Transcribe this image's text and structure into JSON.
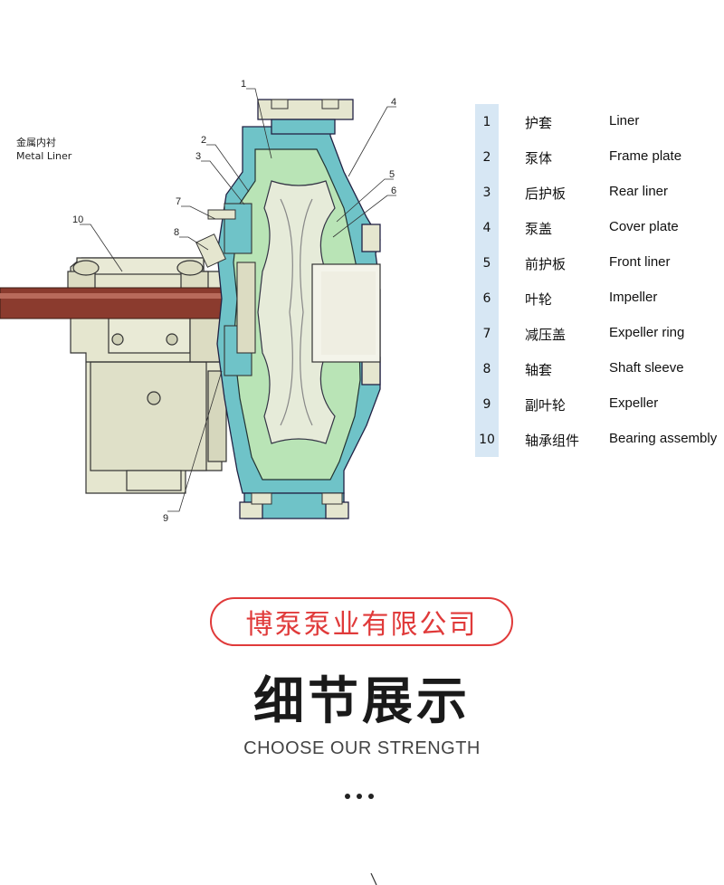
{
  "diagram": {
    "metal_liner_cn": "金属内衬",
    "metal_liner_en": "Metal Liner",
    "callouts": [
      "1",
      "2",
      "3",
      "4",
      "5",
      "6",
      "7",
      "8",
      "9",
      "10"
    ]
  },
  "legend": [
    {
      "num": "1",
      "cn": "护套",
      "en": "Liner"
    },
    {
      "num": "2",
      "cn": "泵体",
      "en": "Frame plate"
    },
    {
      "num": "3",
      "cn": "后护板",
      "en": "Rear liner"
    },
    {
      "num": "4",
      "cn": "泵盖",
      "en": "Cover plate"
    },
    {
      "num": "5",
      "cn": "前护板",
      "en": "Front liner"
    },
    {
      "num": "6",
      "cn": "叶轮",
      "en": "Impeller"
    },
    {
      "num": "7",
      "cn": "减压盖",
      "en": "Expeller ring"
    },
    {
      "num": "8",
      "cn": "轴套",
      "en": "Shaft  sleeve"
    },
    {
      "num": "9",
      "cn": "副叶轮",
      "en": "Expeller"
    },
    {
      "num": "10",
      "cn": "轴承组件",
      "en": "Bearing assembly"
    }
  ],
  "brand": "博泵泵业有限公司",
  "section_title": "细节展示",
  "section_subtitle": "CHOOSE OUR STRENGTH",
  "colors": {
    "accent_red": "#e03a3a",
    "casing_teal": "#6fc3c8",
    "liner_green": "#b9e4b6",
    "body_beige": "#e5e6cf",
    "shaft_brown": "#8b3b2e",
    "legend_cell": "#d7e7f4"
  }
}
